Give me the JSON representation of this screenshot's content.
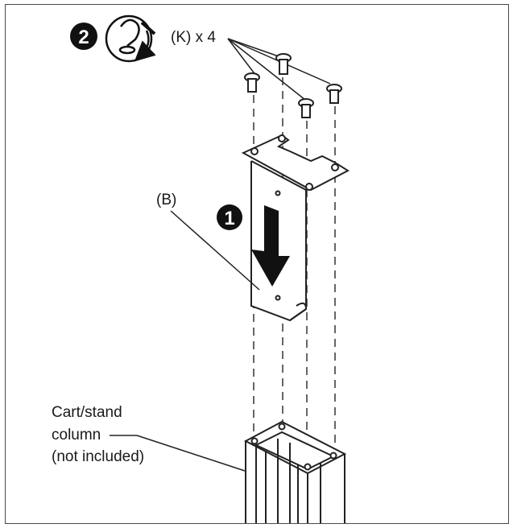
{
  "steps": [
    {
      "number": "2"
    },
    {
      "number": "1"
    }
  ],
  "labels": {
    "screws": "(K) x 4",
    "bracket": "(B)",
    "column_line1": "Cart/stand",
    "column_line2": "column",
    "column_line3": "(not included)"
  },
  "icons": {
    "rotate": "clockwise-rotation-icon"
  }
}
